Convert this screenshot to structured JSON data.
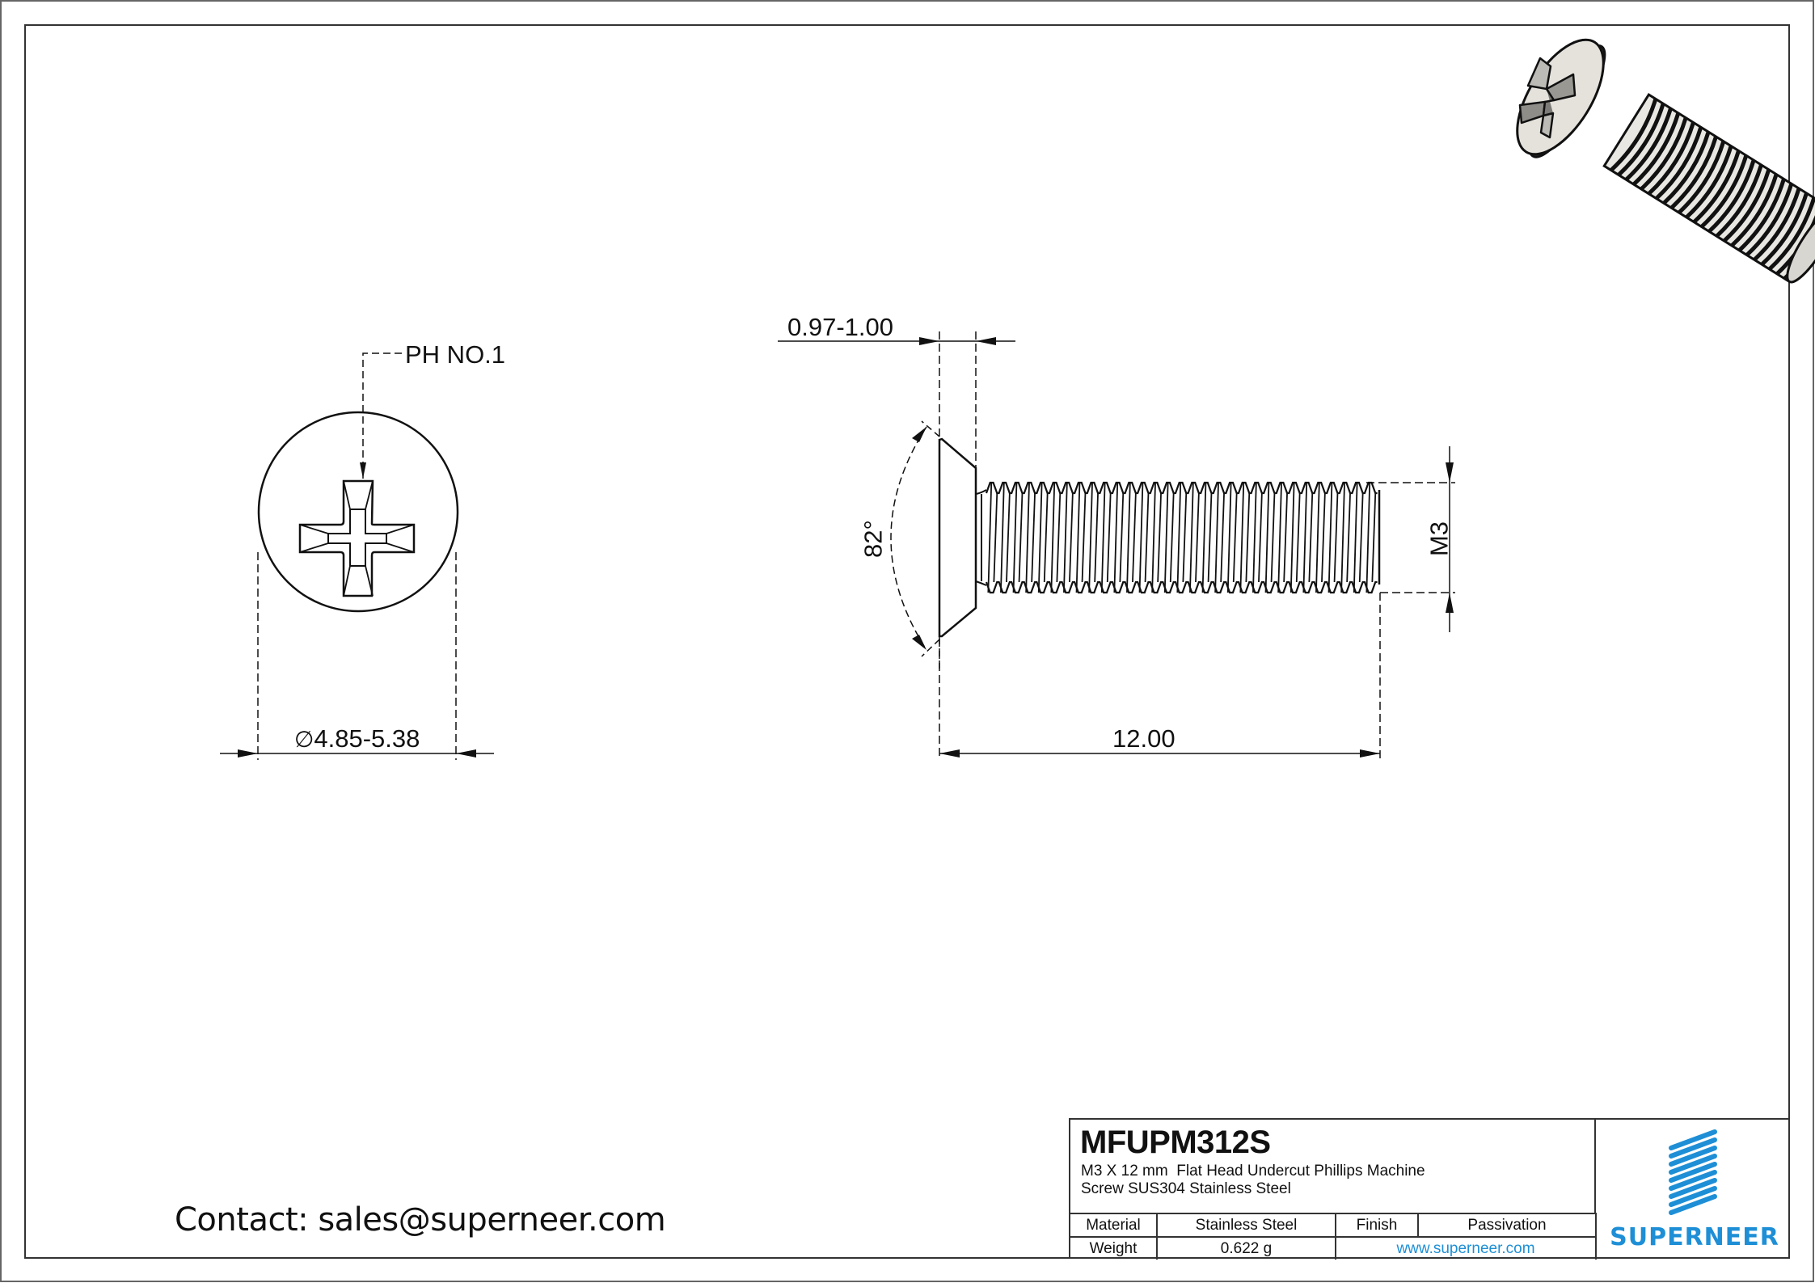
{
  "drawing": {
    "top_view": {
      "recess_callout": "PH NO.1",
      "head_diameter": "4.85-5.38",
      "diameter_symbol": "∅"
    },
    "side_view": {
      "head_height": "0.97-1.00",
      "head_angle": "82°",
      "thread_size": "M3",
      "length": "12.00"
    }
  },
  "title_block": {
    "part_number": "MFUPM312S",
    "description_line1": "M3 X 12 mm  Flat Head Undercut Phillips Machine",
    "description_line2": "Screw SUS304 Stainless Steel",
    "rows": [
      {
        "label1": "Material",
        "value1": "Stainless Steel",
        "label2": "Finish",
        "value2": "Passivation"
      },
      {
        "label1": "Weight",
        "value1": "0.622 g",
        "link": "www.superneer.com"
      }
    ],
    "logo_text": "SUPERNEER",
    "brand_color": "#1e8fd6"
  },
  "contact": "Contact: sales@superneer.com"
}
